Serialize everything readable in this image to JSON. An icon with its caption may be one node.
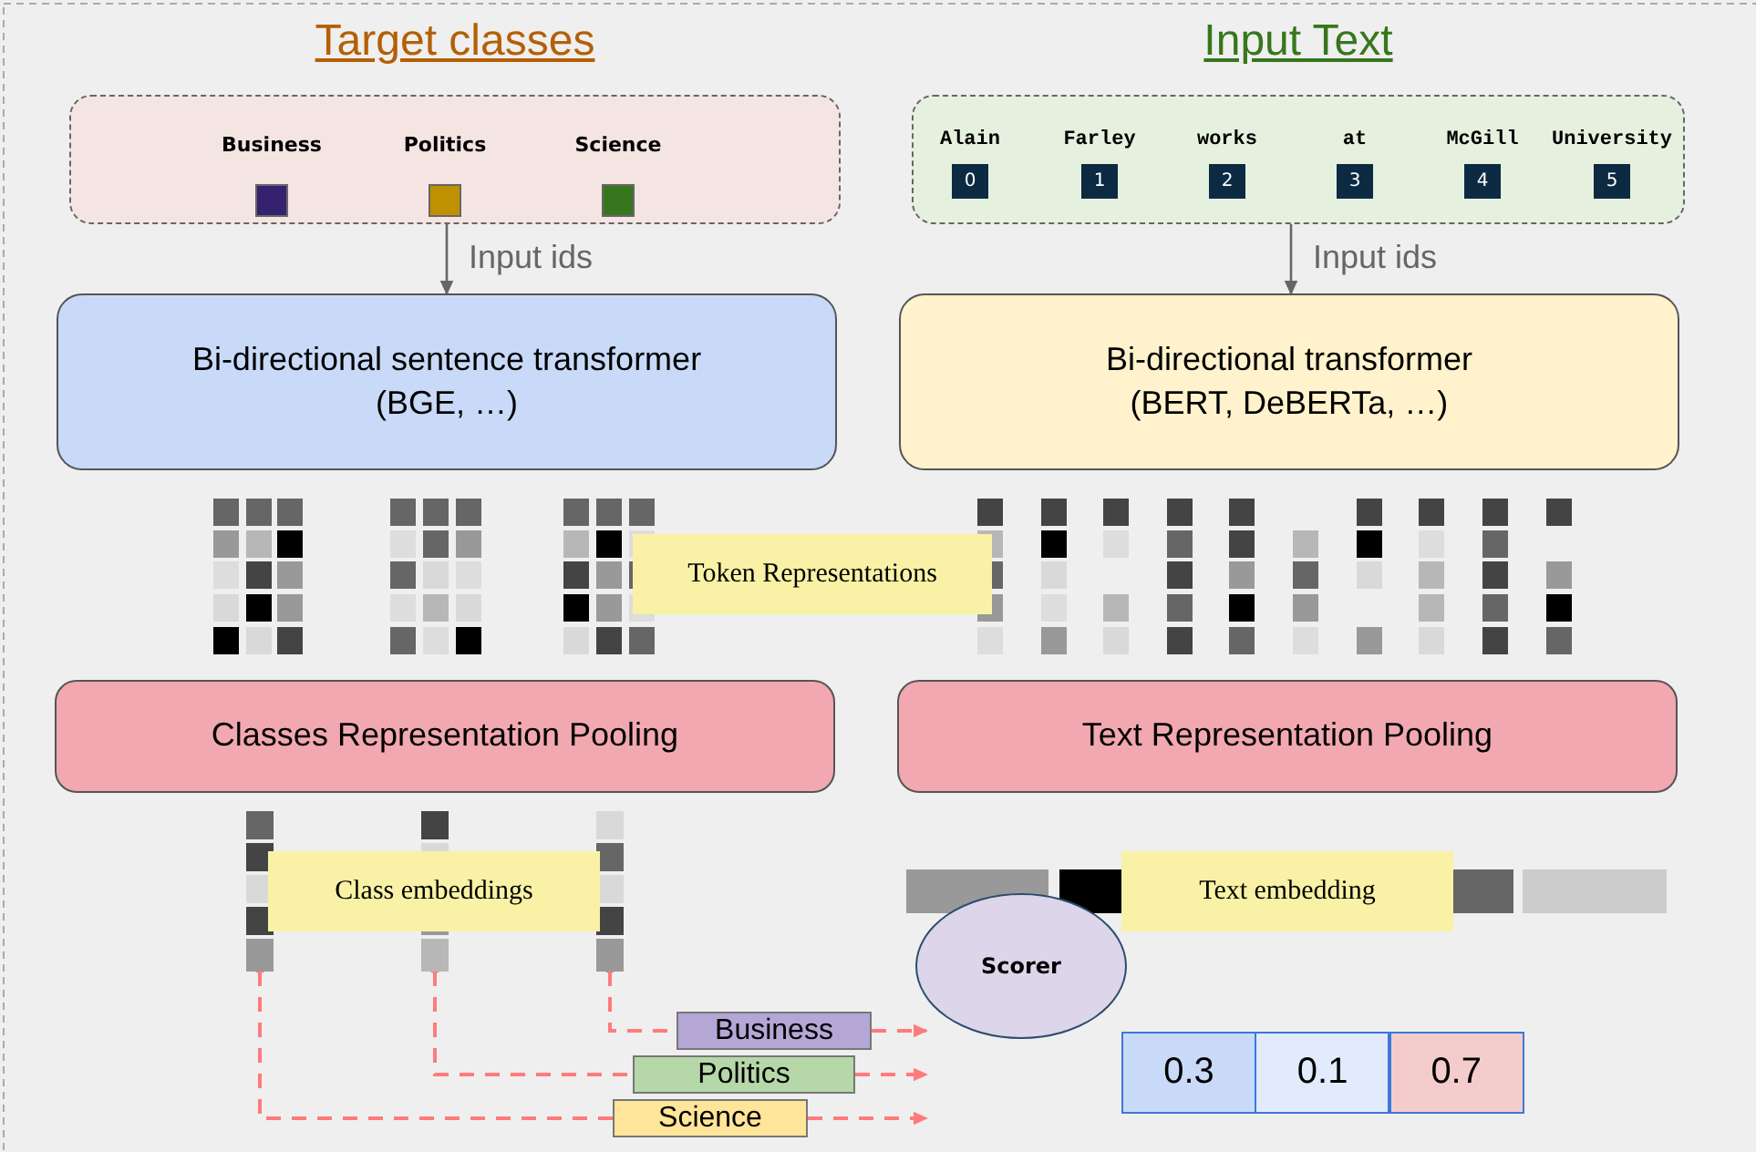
{
  "diagram": {
    "nodes": [
      {
        "text": [
          "Target classes"
        ]
      },
      {
        "text": [
          "Business"
        ],
        "in": 0
      },
      {
        "text": [
          "Politics"
        ],
        "in": 0
      },
      {
        "text": [
          "Science"
        ],
        "in": 0
      },
      {
        "text": [
          "Input Text"
        ]
      },
      {
        "text": [
          "Alain",
          "0"
        ],
        "in": 4
      },
      {
        "text": [
          "Farley",
          "1"
        ],
        "in": 4
      },
      {
        "text": [
          "works",
          "2"
        ],
        "in": 4
      },
      {
        "text": [
          "at",
          "3"
        ],
        "in": 4
      },
      {
        "text": [
          "McGill",
          "4"
        ],
        "in": 4
      },
      {
        "text": [
          "University",
          "5"
        ],
        "in": 4
      },
      {
        "text": [
          "Bi-directional sentence transformer (BGE, …)"
        ]
      },
      {
        "text": [
          "Bi-directional transformer (BERT, DeBERTa, …)"
        ]
      },
      {
        "text": [
          "Token Representations"
        ]
      },
      {
        "text": [
          "Classes Representation Pooling"
        ]
      },
      {
        "text": [
          "Text Representation Pooling"
        ]
      },
      {
        "text": [],
        "shape": "bar"
      },
      {
        "text": [],
        "shape": "bar"
      },
      {
        "text": [],
        "shape": "bar"
      },
      {
        "text": [
          "Class embeddings"
        ]
      },
      {
        "text": [
          "Text embedding"
        ]
      },
      {
        "text": [
          "Business"
        ]
      },
      {
        "text": [
          "Politics"
        ]
      },
      {
        "text": [
          "Science"
        ]
      },
      {
        "text": [
          "Scorer"
        ]
      }
    ],
    "edges": [
      {
        "from": 0,
        "to": 11,
        "arrow": "to",
        "label": "Input ids",
        "color": "#666666"
      },
      {
        "from": 4,
        "to": 12,
        "arrow": "to",
        "label": "Input ids",
        "color": "#666666"
      },
      {
        "from": 18,
        "to": 21,
        "arrow": "other",
        "style": "dashed"
      },
      {
        "from": 21,
        "to": 24,
        "arrow": "to",
        "style": "dashed"
      },
      {
        "from": 17,
        "to": 22,
        "arrow": "other",
        "style": "dashed"
      },
      {
        "from": 22,
        "to": 24,
        "arrow": "to",
        "style": "dashed"
      },
      {
        "from": 16,
        "to": 23,
        "arrow": "other",
        "style": "dashed"
      },
      {
        "from": 23,
        "to": null,
        "arrow": "to",
        "style": "dashed"
      }
    ],
    "labels": [
      "0.3",
      "0.1",
      "0.7"
    ]
  }
}
